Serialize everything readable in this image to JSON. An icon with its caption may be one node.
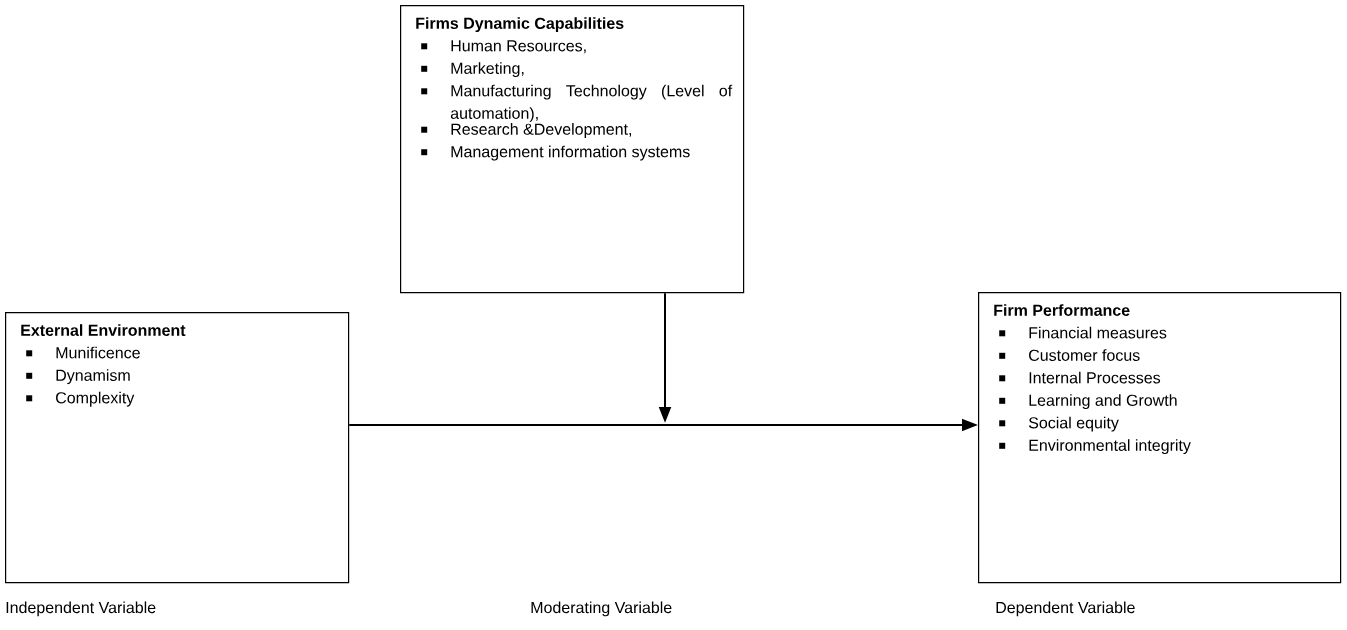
{
  "diagram": {
    "nodes": [
      {
        "text": [
          "External Environment",
          "Munificence",
          "Dynamism",
          "Complexity"
        ]
      },
      {
        "text": [
          "Firms Dynamic Capabilities",
          "Human Resources,",
          "Marketing,",
          "Manufacturing Technology (Level of automation),",
          "Research &Development,",
          "Management information systems"
        ]
      },
      {
        "text": [
          "Firm Performance",
          "Financial measures",
          "Customer focus",
          "Internal Processes",
          "Learning and Growth",
          "Social equity",
          "Environmental integrity"
        ]
      }
    ],
    "edges": [
      {
        "from": 0,
        "to": 2,
        "arrow": "to"
      },
      {
        "from": 1,
        "to": null,
        "arrow": "to"
      }
    ],
    "labels": [
      "Independent Variable",
      "Moderating Variable",
      "Dependent Variable"
    ]
  }
}
